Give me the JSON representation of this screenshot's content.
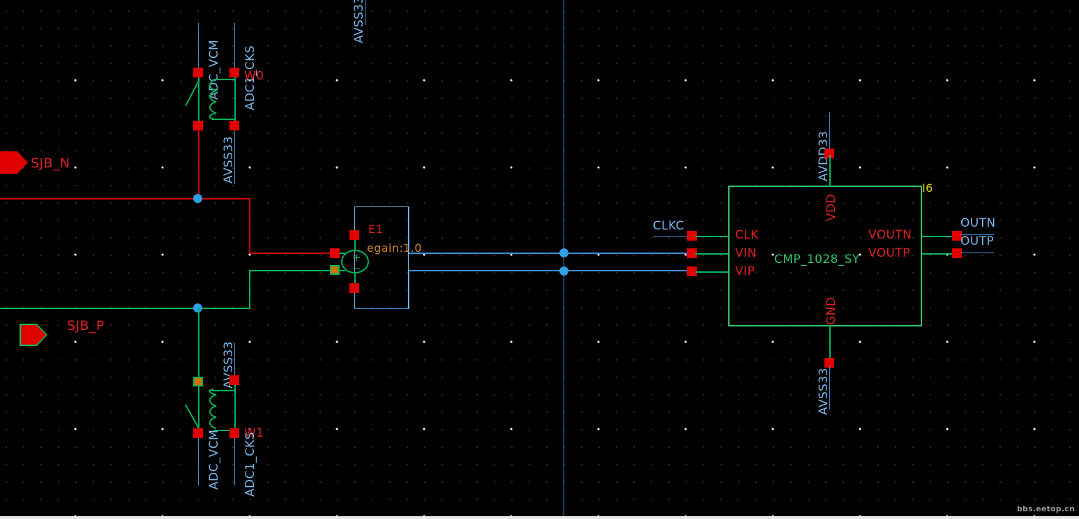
{
  "app": {
    "canvas_background": "#000000",
    "watermark": "bbs.eetop.cn"
  },
  "ports": [
    {
      "name": "SJB_N",
      "label": "SJB_N",
      "selected": false
    },
    {
      "name": "SJB_P",
      "label": "SJB_P",
      "selected": true
    }
  ],
  "net_labels": {
    "avss33_top": "AVSS33",
    "avss33_sw0": "AVSS33",
    "avss33_sw1": "AVSS33",
    "avdd33": "AVDD33",
    "avss33_gnd": "AVSS33",
    "adc_vcm_0": "ADC_VCM",
    "adc1_cks_0": "ADC1_CKS",
    "adc_vcm_1": "ADC_VCM",
    "adc1_cks_1": "ADC1_CKS",
    "clkc": "CLKC",
    "outn": "OUTN",
    "outp": "OUTP"
  },
  "instances": {
    "w0": "W0",
    "w1": "W1",
    "e1": "E1",
    "e1_param": "egain:1.0",
    "i6": "I6",
    "comparator": "CMP_1028_SY"
  },
  "comparator_pins": {
    "clk": "CLK",
    "vin": "VIN",
    "vip": "VIP",
    "voutn": "VOUTN",
    "voutp": "VOUTP",
    "vdd": "VDD",
    "gnd": "GND"
  },
  "colors": {
    "wire_red": "#d40000",
    "wire_green": "#00b45a",
    "wire_blue": "#3f8fd8",
    "pin": "#e00000",
    "pin_selected": "#d87000",
    "junction": "#2f9fe8",
    "net_label": "#79b8e8",
    "pin_label": "#e02020",
    "param_label": "#d08828",
    "instance_label": "#d8d800",
    "component_label": "#2fc46a",
    "grid_dot": "#3a3a3a",
    "grid_major": "#ffffff"
  }
}
